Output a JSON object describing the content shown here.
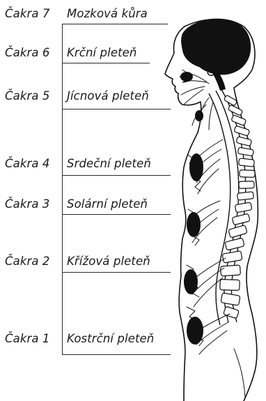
{
  "chakras": [
    {
      "chakra": "Čakra 7",
      "plexus": "Mozková kůra"
    },
    {
      "chakra": "Čakra 6",
      "plexus": "Krční pleteň"
    },
    {
      "chakra": "Čakra 5",
      "plexus": "Jícnová pleteň"
    },
    {
      "chakra": "Čakra 4",
      "plexus": "Srdeční pleteň"
    },
    {
      "chakra": "Čakra 3",
      "plexus": "Solární pleteň"
    },
    {
      "chakra": "Čakra 2",
      "plexus": "Křížová pleteň"
    },
    {
      "chakra": "Čakra 1",
      "plexus": "Kostrční pleteň"
    }
  ],
  "colors": {
    "ink": "#111111",
    "line": "#2a2a2a",
    "background": "#ffffff"
  }
}
